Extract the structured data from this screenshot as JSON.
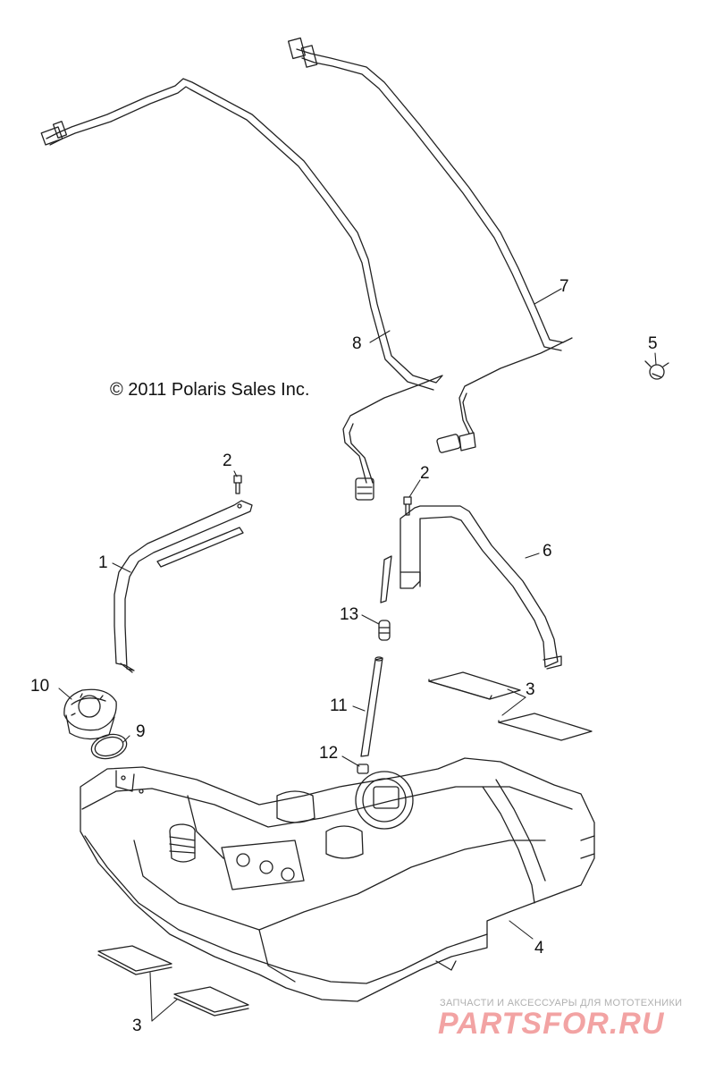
{
  "copyright": "© 2011 Polaris Sales Inc.",
  "watermark": {
    "small": "ЗАПЧАСТИ И АКСЕССУАРЫ ДЛЯ МОТОТЕХНИКИ",
    "big": "PARTSFOR.RU"
  },
  "callouts": {
    "c1": "1",
    "c2a": "2",
    "c2b": "2",
    "c3a": "3",
    "c3b": "3",
    "c4": "4",
    "c5": "5",
    "c6": "6",
    "c7": "7",
    "c8": "8",
    "c9": "9",
    "c10": "10",
    "c11": "11",
    "c12": "12",
    "c13": "13"
  },
  "colors": {
    "line": "#222222",
    "watermark_red": "#f2a3a3",
    "watermark_gray": "#b0b0b0"
  }
}
